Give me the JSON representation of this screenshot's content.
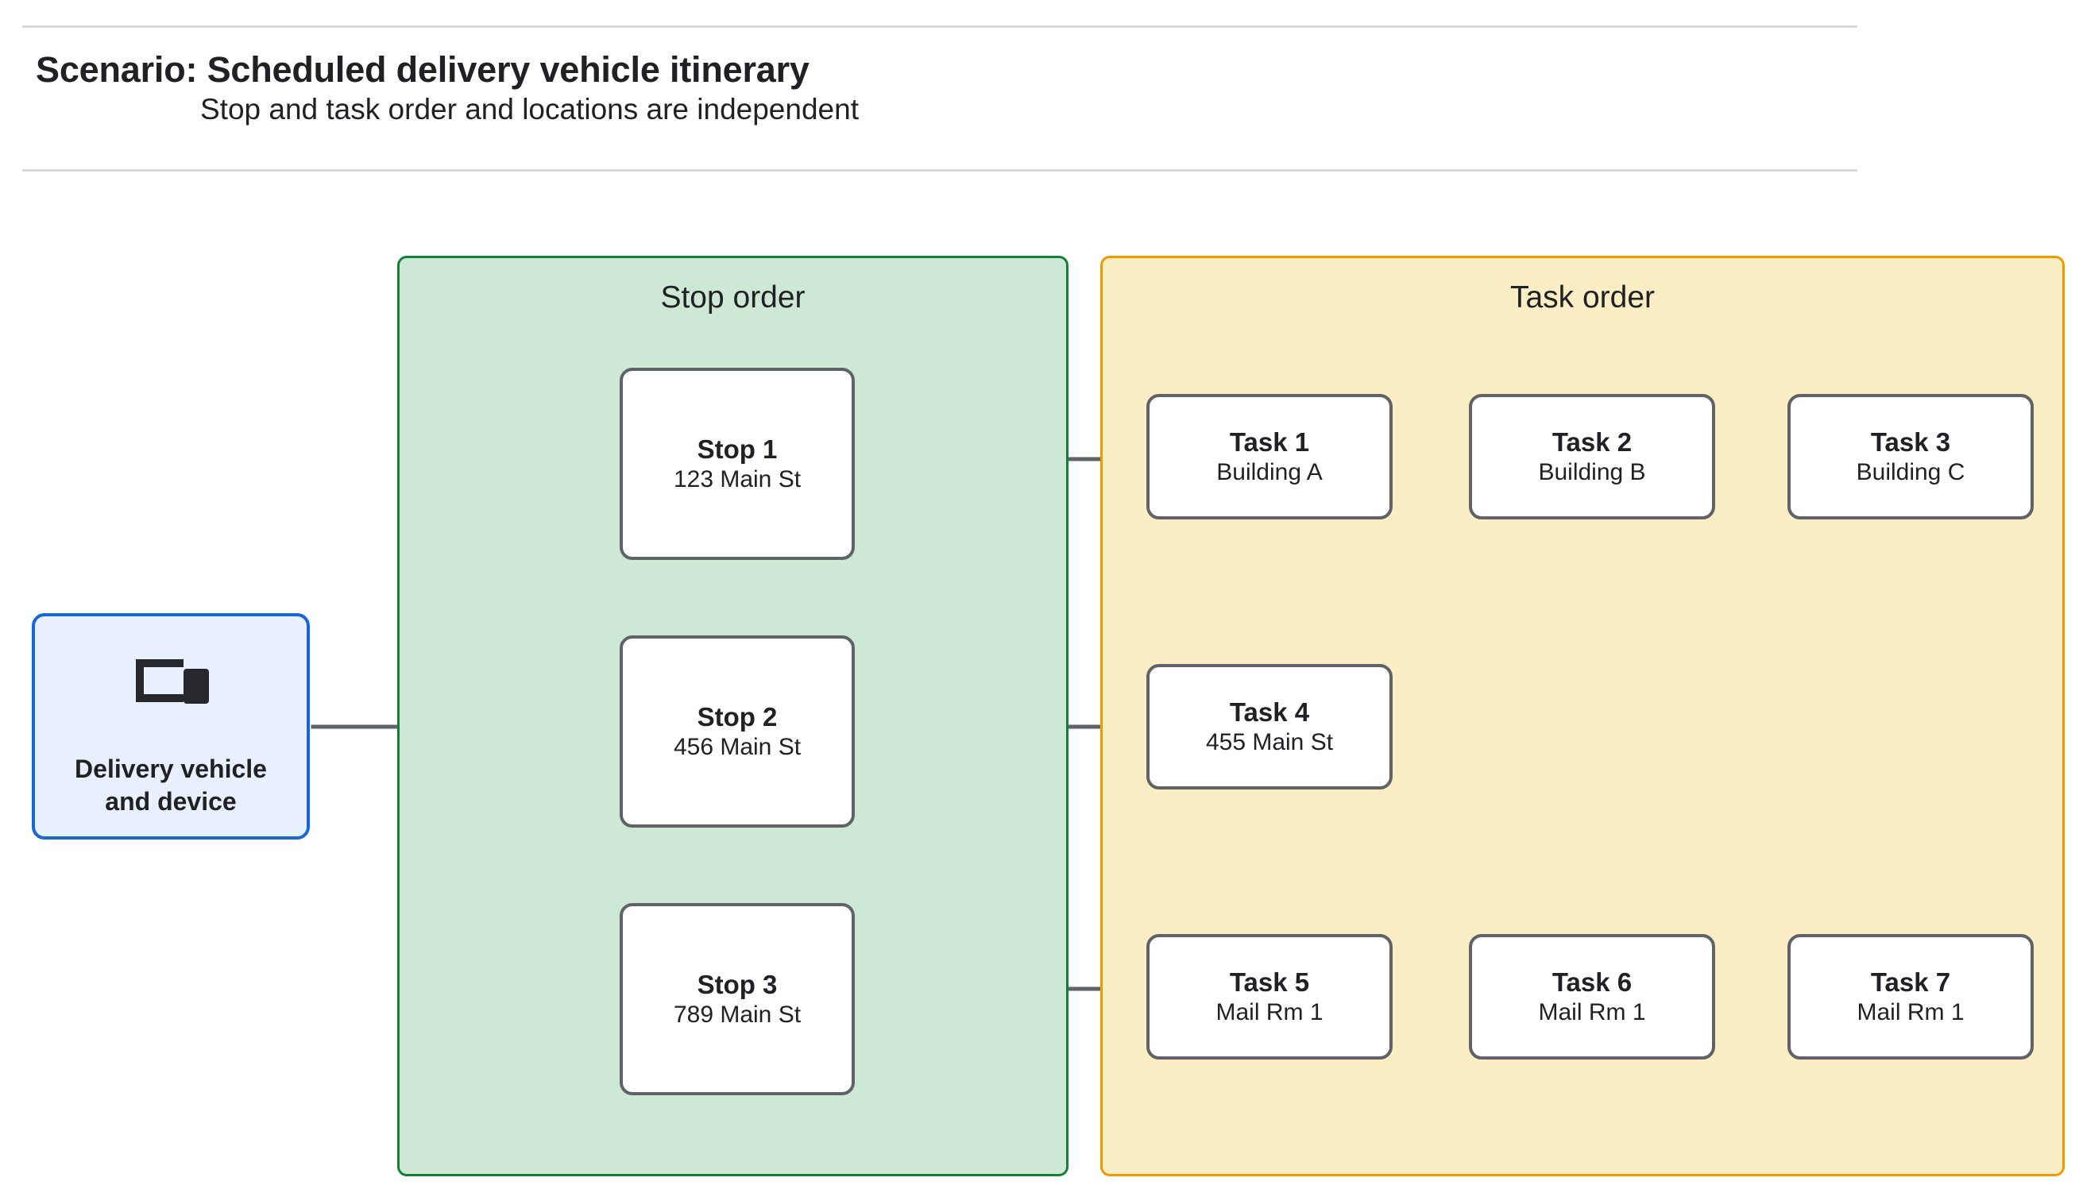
{
  "header": {
    "title": "Scenario: Scheduled delivery vehicle itinerary",
    "subtitle": "Stop and task order and locations are independent"
  },
  "device": {
    "icon": "devices-icon",
    "label": "Delivery vehicle\nand device",
    "fill_color": "#e8f0fe",
    "border_color": "#1967d2"
  },
  "stop_group": {
    "title": "Stop order",
    "fill_color": "#cde9d6",
    "border_color": "#13803a",
    "stops": [
      {
        "title": "Stop 1",
        "address": "123 Main St"
      },
      {
        "title": "Stop 2",
        "address": "456 Main St"
      },
      {
        "title": "Stop 3",
        "address": "789 Main St"
      }
    ]
  },
  "task_group": {
    "title": "Task order",
    "fill_color": "#fbeec4",
    "border_color": "#f29900",
    "rows": [
      {
        "tasks": [
          {
            "title": "Task 1",
            "location": "Building A"
          },
          {
            "title": "Task 2",
            "location": "Building B"
          },
          {
            "title": "Task 3",
            "location": "Building C"
          }
        ]
      },
      {
        "tasks": [
          {
            "title": "Task 4",
            "location": "455 Main St"
          }
        ]
      },
      {
        "tasks": [
          {
            "title": "Task 5",
            "location": "Mail Rm 1"
          },
          {
            "title": "Task 6",
            "location": "Mail Rm 1"
          },
          {
            "title": "Task 7",
            "location": "Mail Rm 1"
          }
        ]
      }
    ]
  },
  "style": {
    "node_border_color": "#5f6368",
    "node_fill_color": "#ffffff",
    "connector_color": "#5f6368",
    "rule_color": "#d9d9d9"
  }
}
